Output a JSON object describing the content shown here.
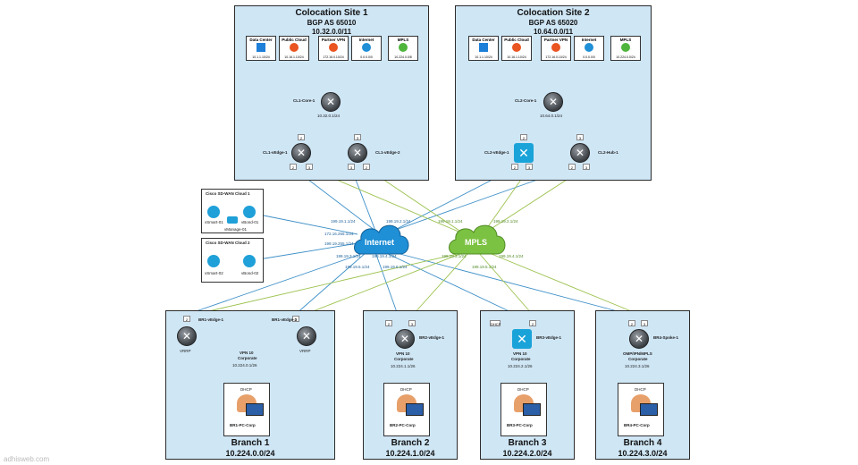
{
  "colo1": {
    "title": "Colocation Site 1",
    "bgp": "BGP AS 65010",
    "subnet": "10.32.0.0/11",
    "services": [
      {
        "name": "Data Center",
        "ip": "10.1.1.10/24",
        "icon": "windows-icon"
      },
      {
        "name": "Public Cloud",
        "ip": "10.16.1.10/24",
        "icon": "ubuntu-icon"
      },
      {
        "name": "Partner VPN",
        "ip": "172.16.0.10/24",
        "icon": "ubuntu-icon"
      },
      {
        "name": "Internet",
        "ip": "0.0.0.0/0",
        "icon": "cloud-icon"
      },
      {
        "name": "MPLS",
        "ip": "10.224.0.0/8",
        "icon": "cloud-icon"
      }
    ],
    "core": "CL1-Core-1",
    "core_ip": "10.32.0.1/24",
    "edge_a": "CL1-vEdge-1",
    "edge_b": "CL1-vEdge-2"
  },
  "colo2": {
    "title": "Colocation Site 2",
    "bgp": "BGP AS 65020",
    "subnet": "10.64.0.0/11",
    "services": [
      {
        "name": "Data Center",
        "ip": "10.1.1.10/24",
        "icon": "windows-icon"
      },
      {
        "name": "Public Cloud",
        "ip": "10.16.1.10/24",
        "icon": "ubuntu-icon"
      },
      {
        "name": "Partner VPN",
        "ip": "172.16.0.10/24",
        "icon": "ubuntu-icon"
      },
      {
        "name": "Internet",
        "ip": "0.0.0.0/0",
        "icon": "cloud-icon"
      },
      {
        "name": "MPLS",
        "ip": "10.224.0.0/24",
        "icon": "cloud-icon"
      }
    ],
    "core": "CL2-Core-1",
    "core_ip": "10.64.0.1/24",
    "edge_a": "CL2-vEdge-1",
    "edge_b": "CL2-Hub-1"
  },
  "clouds": {
    "internet": "Internet",
    "mpls": "MPLS",
    "inet_ips": [
      "199.19.1.1/24",
      "199.19.2.1/24",
      "199.19.3.1/24",
      "199.19.4.1/24",
      "199.19.5.1/24",
      "199.19.6.1/24",
      "199.19.7.1/24",
      "199.19.8.1/24"
    ],
    "mpls_ips": [
      "199.19.1.1/24",
      "199.19.2.1/24",
      "199.19.3.1/24",
      "199.19.4.1/24",
      "199.19.5.1/24"
    ],
    "mgmt_ips": [
      "172.16.255.1/24",
      "199.19.255.1/24"
    ]
  },
  "sdwan1": {
    "title": "Cisco SD-WAN Cloud 1",
    "smart": "vSmart-01",
    "bond": "vBond-01",
    "manage": "vManage-01"
  },
  "sdwan2": {
    "title": "Cisco SD-WAN Cloud 2",
    "smart": "vSmart-02",
    "bond": "vBond-02"
  },
  "branches": [
    {
      "title": "Branch 1",
      "subnet": "10.224.0.0/24",
      "r1": "BR1-vEdge-1",
      "r2": "BR1-vEdge-2",
      "vpn": "VPN 10",
      "vpn_name": "Corporate",
      "gw": "10.224.0.1/26",
      "pc": "BR1-PC-Corp",
      "dhcp": "DHCP",
      "vrrp": "VRRP"
    },
    {
      "title": "Branch 2",
      "subnet": "10.224.1.0/24",
      "r1": "BR2-vEdge-1",
      "vpn": "VPN 10",
      "vpn_name": "Corporate",
      "gw": "10.224.1.1/26",
      "pc": "BR2-PC-Corp",
      "dhcp": "DHCP"
    },
    {
      "title": "Branch 3",
      "subnet": "10.224.2.0/24",
      "r1": "BR3-vEdge-1",
      "vpn": "VPN 10",
      "vpn_name": "Corporate",
      "gw": "10.224.2.1/26",
      "pc": "BR3-PC-Corp",
      "dhcp": "DHCP"
    },
    {
      "title": "Branch 4",
      "subnet": "10.224.3.0/24",
      "r1": "BR4-Spoke-1",
      "vpn": "OMP/IPN/MPLS",
      "vpn_name": "Corporate",
      "gw": "10.224.3.1/26",
      "pc": "BR4-PC-Corp",
      "dhcp": "DHCP"
    }
  ],
  "colors": {
    "internet": "#1f8fd6",
    "mpls": "#7cc242",
    "site_bg": "#cfe6f5",
    "inet_link": "#3d8fc7",
    "mpls_link": "#9cc24e"
  },
  "watermark": "adhisweb.com"
}
